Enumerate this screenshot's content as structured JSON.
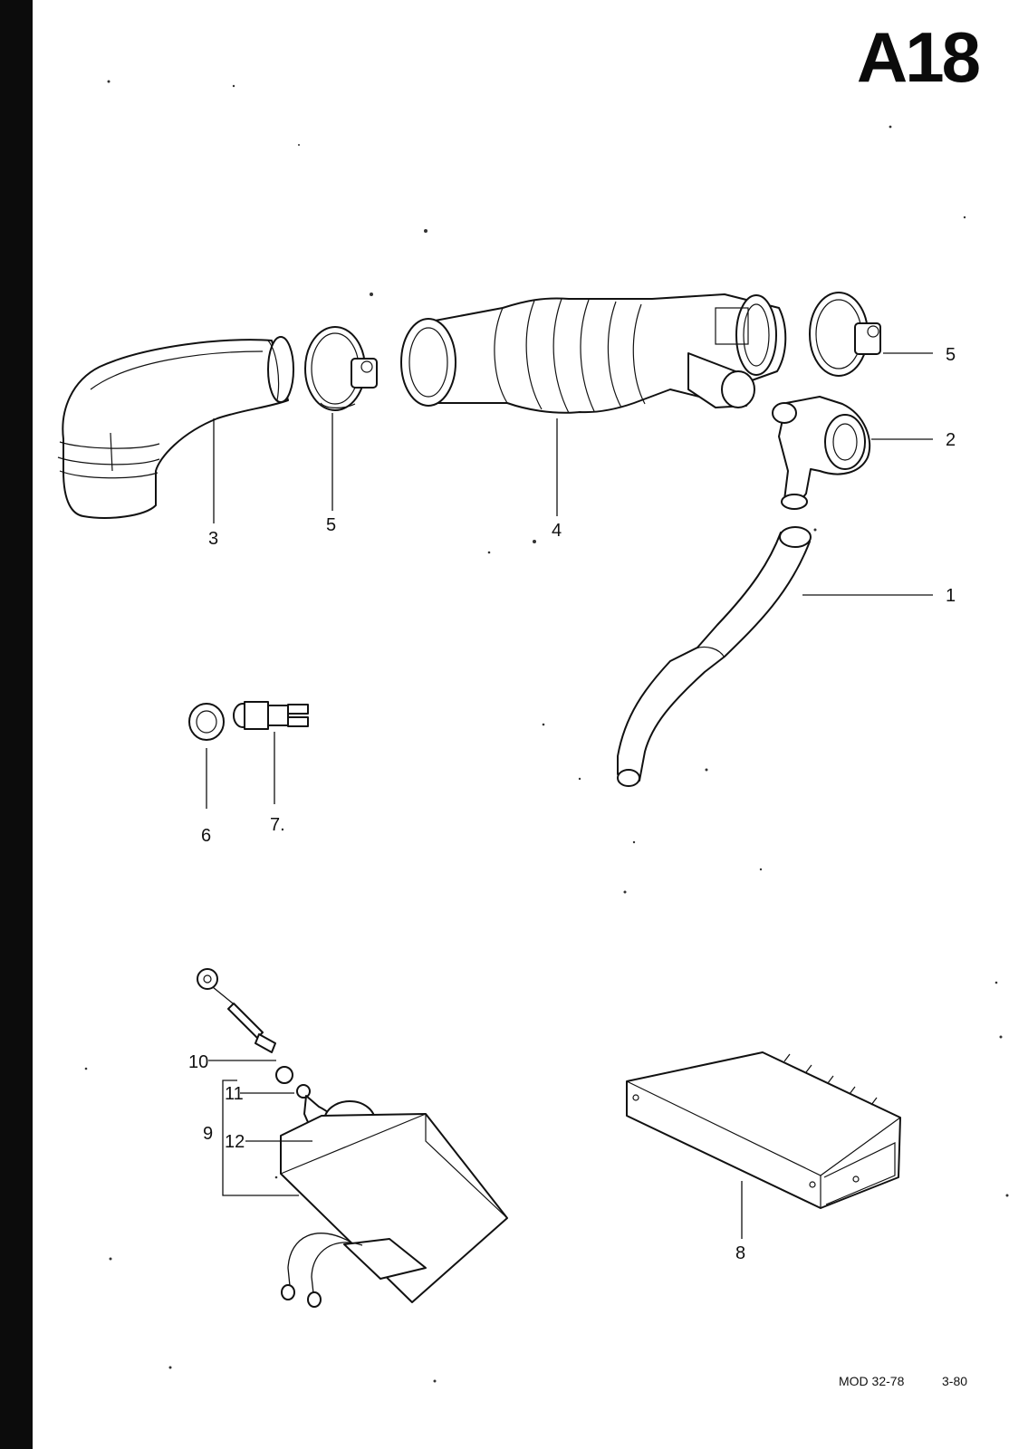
{
  "page_code": "A18",
  "footer": {
    "model": "MOD 32-78",
    "date": "3-80"
  },
  "callouts": [
    "1",
    "2",
    "3",
    "4",
    "5",
    "5",
    "6",
    "7.",
    "8",
    "9",
    "10",
    "11",
    "12"
  ],
  "parts": [
    "hose",
    "valve",
    "air-intake-elbow",
    "air-intake-duct-with-bellows",
    "hose-clamp",
    "seal-ring",
    "temperature-sender",
    "control-unit",
    "sensor-housing-assembly",
    "cable",
    "grommet",
    "sensor"
  ]
}
